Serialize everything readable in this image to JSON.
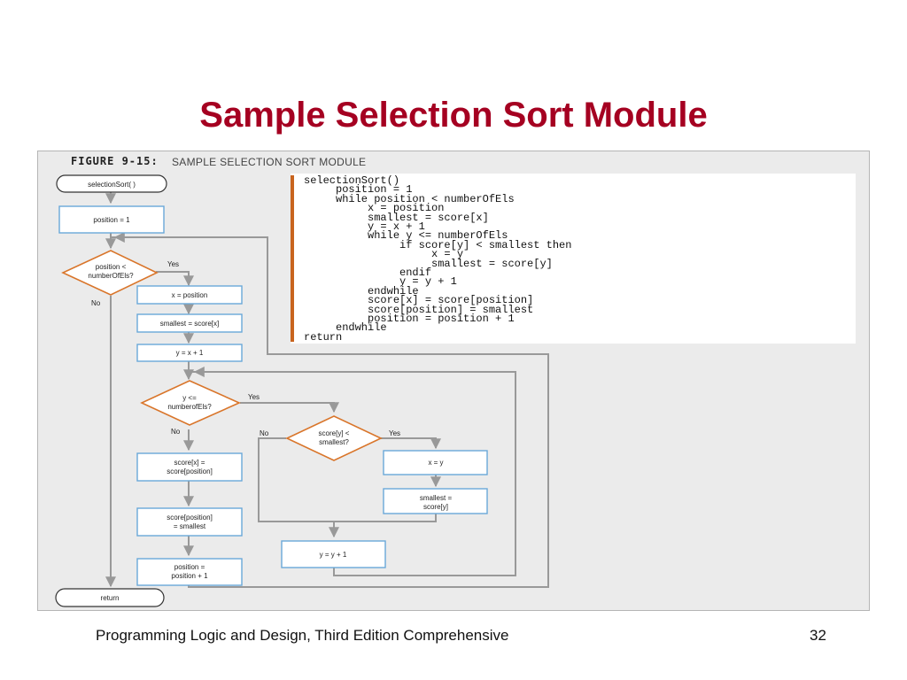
{
  "slide": {
    "title": "Sample Selection Sort Module",
    "footer_text": "Programming Logic and Design, Third Edition Comprehensive",
    "page_number": "32"
  },
  "figure": {
    "label": "FIGURE 9-15:",
    "caption": "SAMPLE SELECTION SORT MODULE"
  },
  "code": {
    "lines": [
      "selectionSort()",
      "     position = 1",
      "     while position < numberOfEls",
      "          x = position",
      "          smallest = score[x]",
      "          y = x + 1",
      "          while y <= numberOfEls",
      "               if score[y] < smallest then",
      "                    x = y",
      "                    smallest = score[y]",
      "               endif",
      "               y = y + 1",
      "          endwhile",
      "          score[x] = score[position]",
      "          score[position] = smallest",
      "          position = position + 1",
      "     endwhile",
      "return"
    ]
  },
  "flowchart": {
    "start_terminal": "selectionSort( )",
    "init_position": "position = 1",
    "outer_decision": [
      "position <",
      "numberOfEls?"
    ],
    "outer_yes": "Yes",
    "outer_no": "No",
    "set_x": "x = position",
    "set_smallest": "smallest = score[x]",
    "set_y": "y = x + 1",
    "inner_decision": [
      "y <=",
      "numberofEls?"
    ],
    "inner_yes": "Yes",
    "inner_no": "No",
    "compare_decision": [
      "score[y] <",
      "smallest?"
    ],
    "compare_yes": "Yes",
    "compare_no": "No",
    "assign_x_y": "x = y",
    "assign_smallest": [
      "smallest =",
      "score[y]"
    ],
    "increment_y": "y = y + 1",
    "swap_score_x": [
      "score[x] =",
      "score[position]"
    ],
    "swap_score_position": [
      "score[position]",
      "= smallest"
    ],
    "increment_position": [
      "position =",
      "position + 1"
    ],
    "end_terminal": "return"
  },
  "colors": {
    "title": "#a50021",
    "box_stroke": "#6aa8d8",
    "decision_stroke": "#d9752a",
    "line": "#999999",
    "code_bar": "#c8641e"
  }
}
